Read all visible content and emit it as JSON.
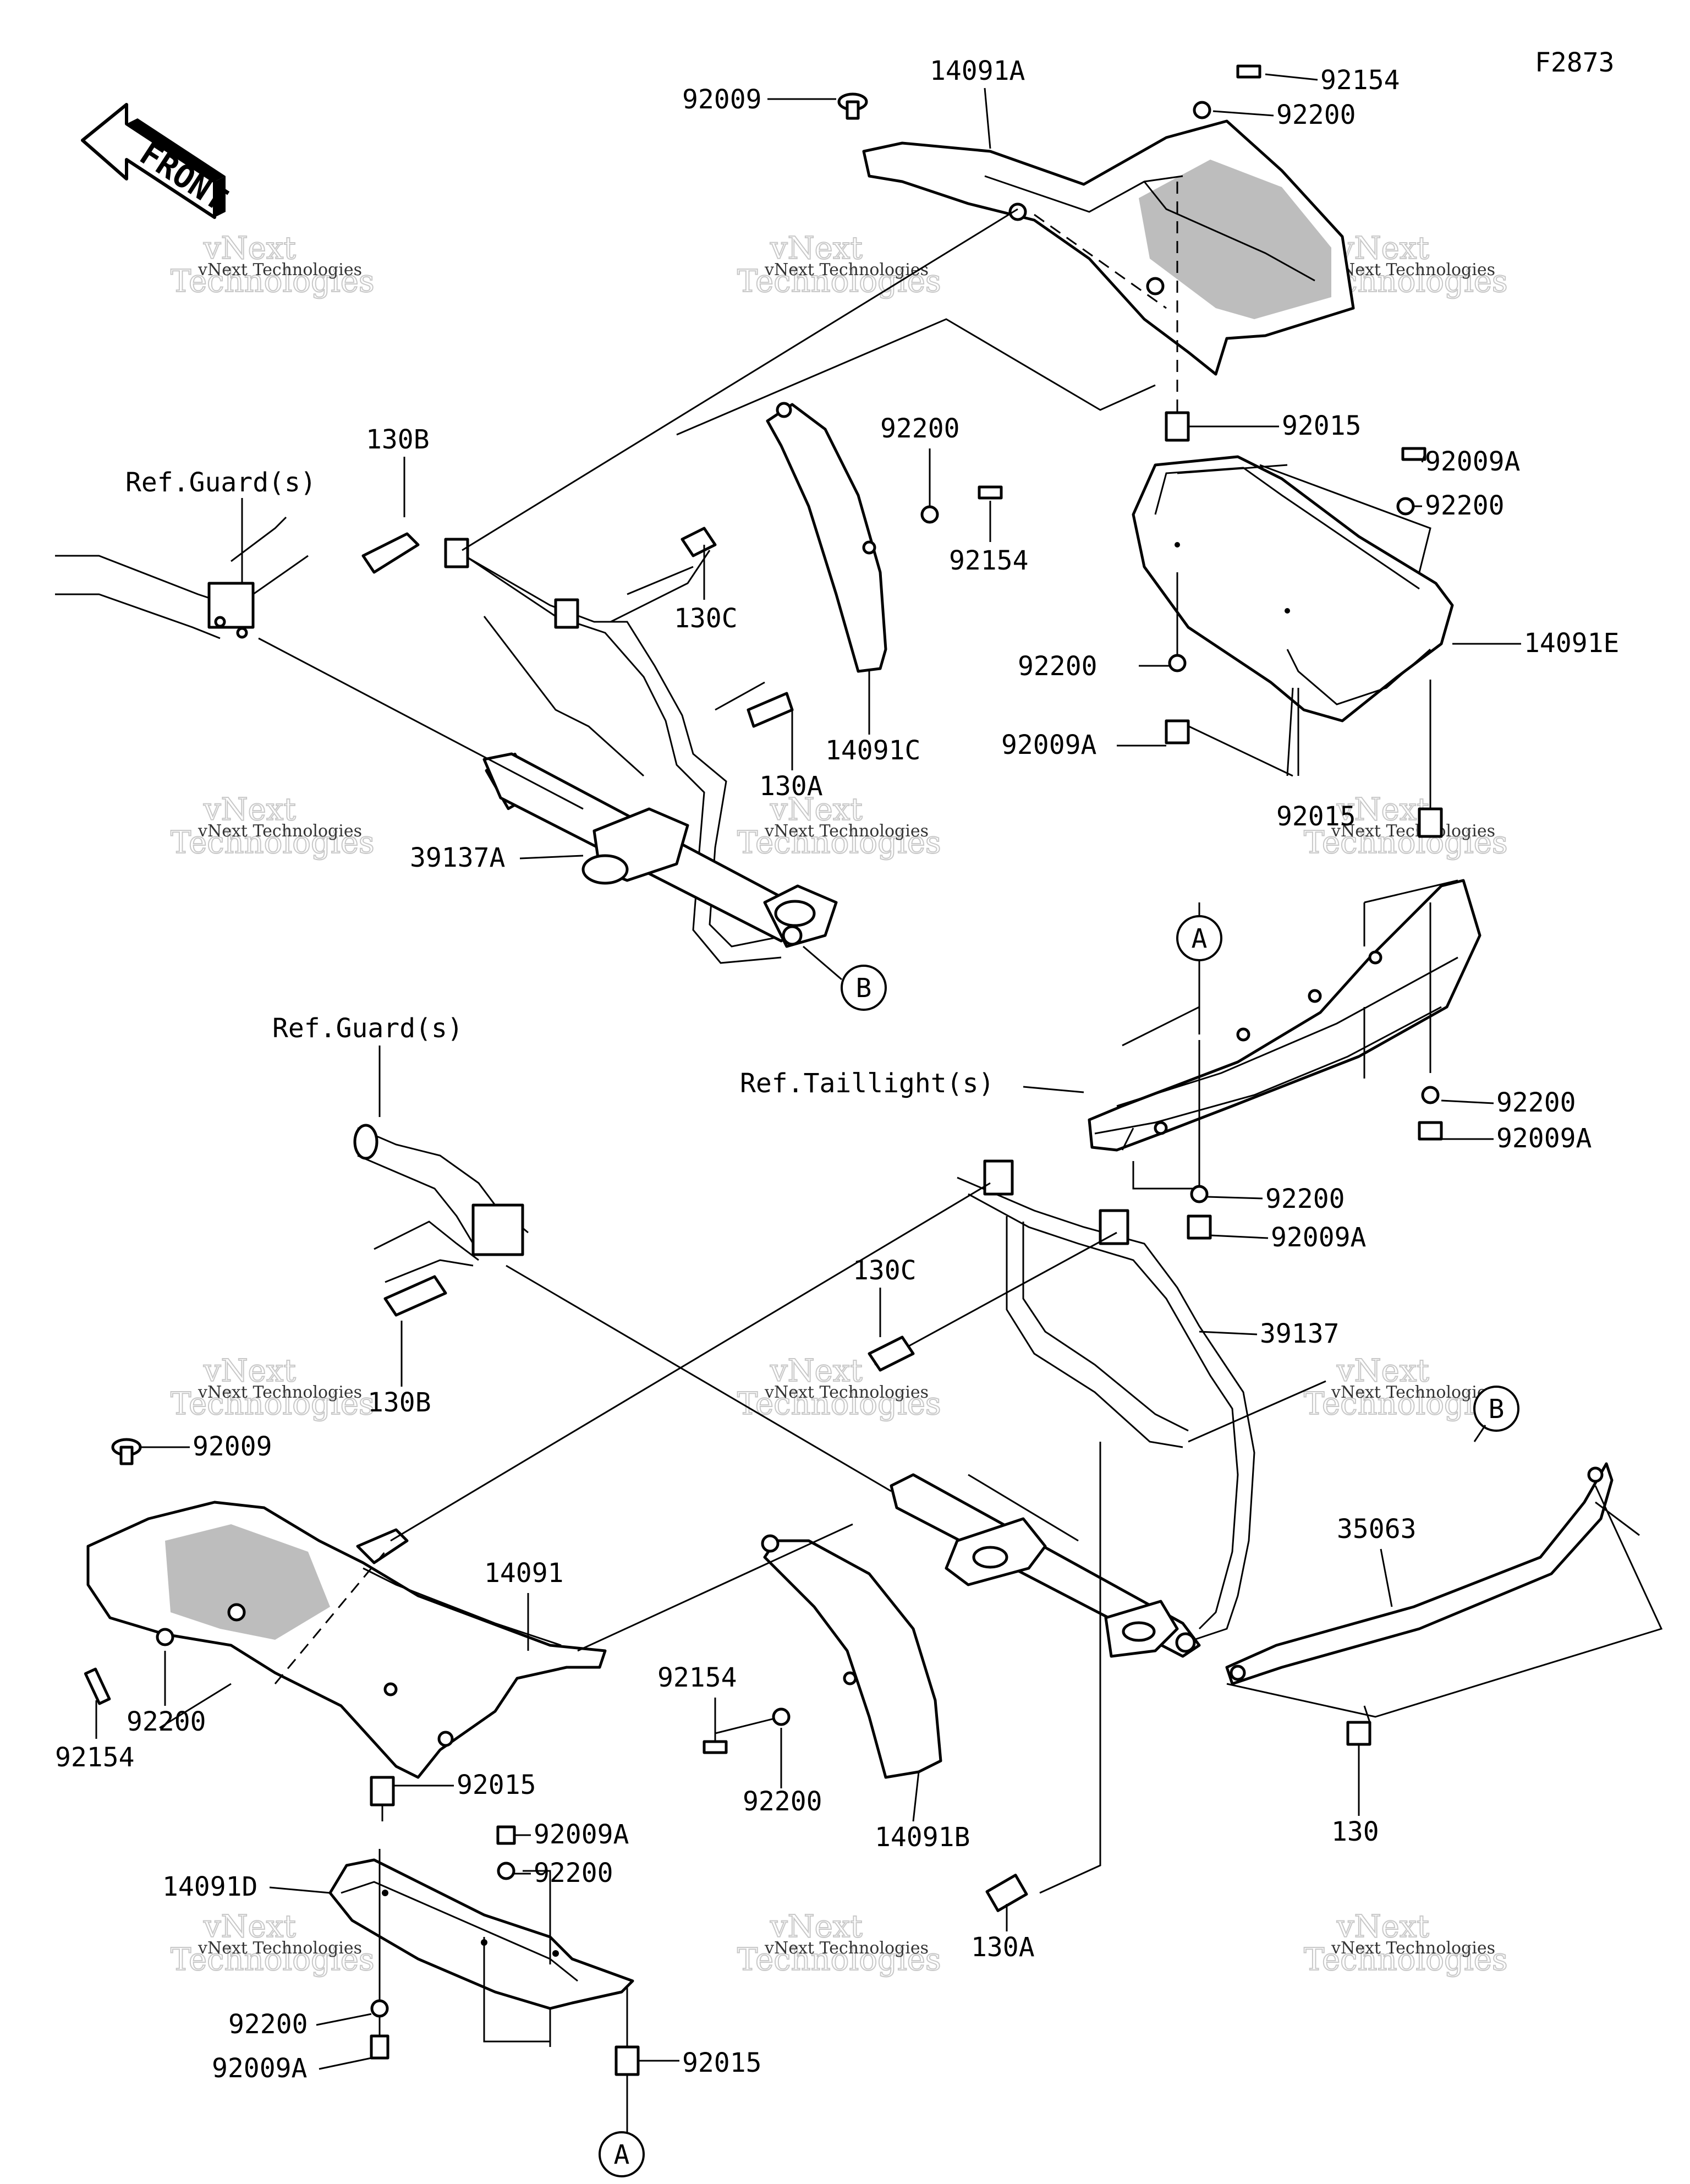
{
  "diagram": {
    "code": "F2873",
    "front_label": "FRONT",
    "watermark": {
      "line1": "vNext Technologies",
      "line2": "vNext",
      "line3": "Technologies"
    },
    "refs": {
      "guard_top": "Ref.Guard(s)",
      "guard_bottom": "Ref.Guard(s)",
      "taillight": "Ref.Taillight(s)"
    },
    "circles": {
      "a": "A",
      "b": "B"
    },
    "callouts": [
      "92009",
      "14091A",
      "92154",
      "92200",
      "92015",
      "92009A",
      "92200",
      "14091E",
      "92200",
      "92009A",
      "92015",
      "130B",
      "130C",
      "92200",
      "92154",
      "14091C",
      "130A",
      "39137A",
      "92200",
      "92009A",
      "92200",
      "92009A",
      "130C",
      "39137",
      "130B",
      "92009",
      "14091",
      "92200",
      "92154",
      "92015",
      "92009A",
      "92200",
      "14091D",
      "92200",
      "92009A",
      "92015",
      "92154",
      "92200",
      "14091B",
      "35063",
      "130",
      "130A"
    ]
  }
}
